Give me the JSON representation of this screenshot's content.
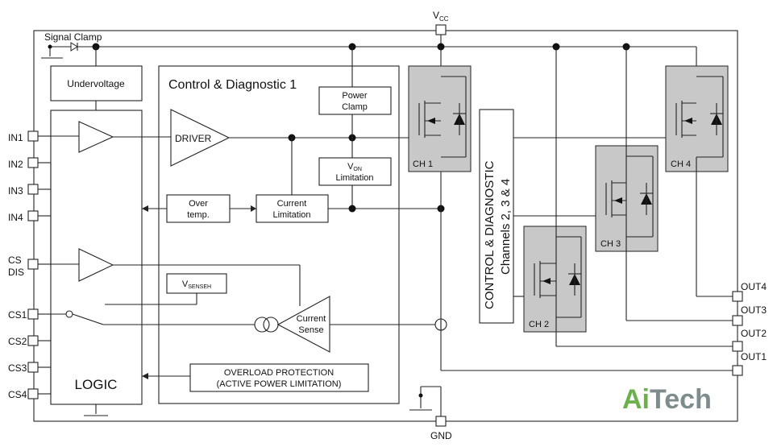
{
  "vcc_label": "V",
  "vcc_sub": "CC",
  "gnd_label": "GND",
  "signal_clamp": "Signal Clamp",
  "undervoltage": "Undervoltage",
  "control_diag_1": "Control & Diagnostic 1",
  "power_clamp_1": "Power",
  "power_clamp_2": "Clamp",
  "driver": "DRIVER",
  "von_v": "V",
  "von_sub": "ON",
  "von_limitation": "Limitation",
  "over_temp_1": "Over",
  "over_temp_2": "temp.",
  "current_limitation_1": "Current",
  "current_limitation_2": "Limitation",
  "vsense_v": "V",
  "vsense_sub": "SENSEH",
  "current_sense_1": "Current",
  "current_sense_2": "Sense",
  "overload_1": "OVERLOAD PROTECTION",
  "overload_2": "(ACTIVE POWER LIMITATION)",
  "logic": "LOGIC",
  "ctrl_diag_234_1": "CONTROL & DIAGNOSTIC",
  "ctrl_diag_234_2": "Channels 2, 3 & 4",
  "channels": {
    "ch1": "CH 1",
    "ch2": "CH 2",
    "ch3": "CH 3",
    "ch4": "CH 4"
  },
  "inputs": {
    "in1": "IN1",
    "in2": "IN2",
    "in3": "IN3",
    "in4": "IN4",
    "cs": "CS",
    "dis": "DIS",
    "cs1": "CS1",
    "cs2": "CS2",
    "cs3": "CS3",
    "cs4": "CS4"
  },
  "outputs": {
    "out1": "OUT1",
    "out2": "OUT2",
    "out3": "OUT3",
    "out4": "OUT4"
  },
  "brand": {
    "ai": "Ai",
    "tech": "Tech",
    "ai_color": "#6ab04c",
    "tech_color": "#7f8c8d"
  }
}
